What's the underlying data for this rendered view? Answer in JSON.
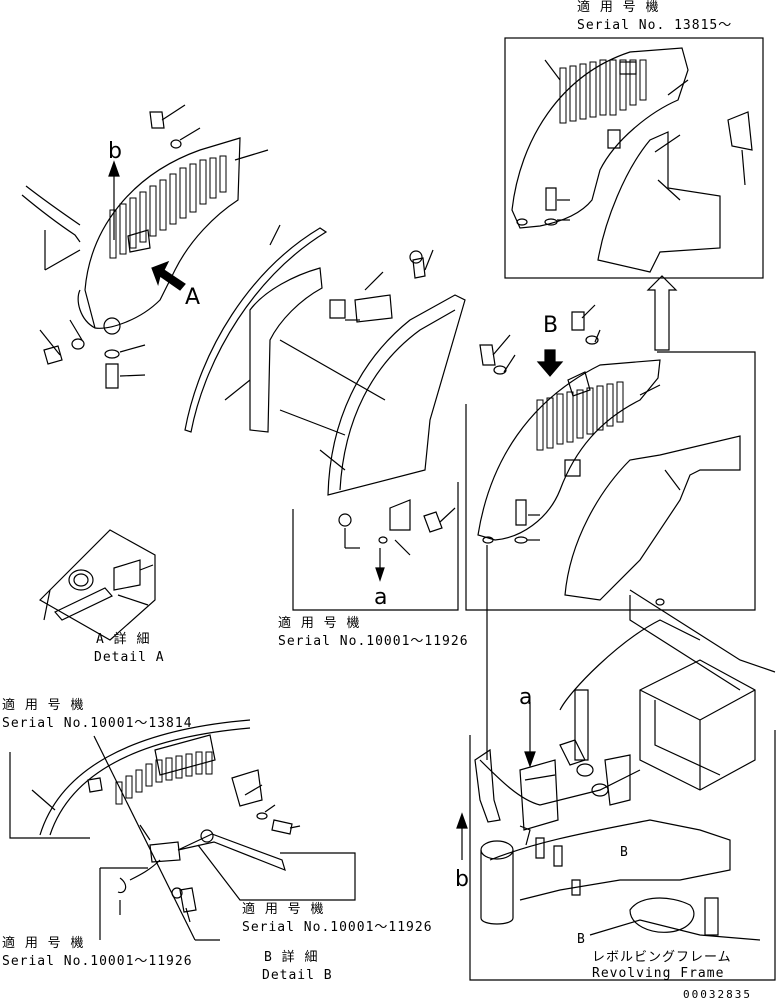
{
  "labels": {
    "serial_top_jp": "適 用 号 機",
    "serial_top_en": "Serial No. 13815～",
    "serial_mid_jp": "適 用 号 機",
    "serial_mid_en": "Serial No.10001～11926",
    "serial_left_jp": "適 用 号 機",
    "serial_left_en": "Serial No.10001～13814",
    "serial_b_jp": "適 用 号 機",
    "serial_b_en": "Serial No.10001～11926",
    "serial_bl_jp": "適 用 号 機",
    "serial_bl_en": "Serial No.10001～11926",
    "detail_a_jp": "A 詳 細",
    "detail_a_en": "Detail A",
    "detail_b_jp": "B 詳 細",
    "detail_b_en": "Detail B",
    "frame_jp": "レボルビングフレーム",
    "frame_en": "Revolving Frame",
    "view_a": "A",
    "view_b": "B",
    "arrow_a": "a",
    "arrow_b": "b",
    "arrow_a_bottom": "a",
    "arrow_b_bottom": "b",
    "frame_mark_1": "B",
    "frame_mark_2": "B",
    "drawing_no": "00032835"
  }
}
